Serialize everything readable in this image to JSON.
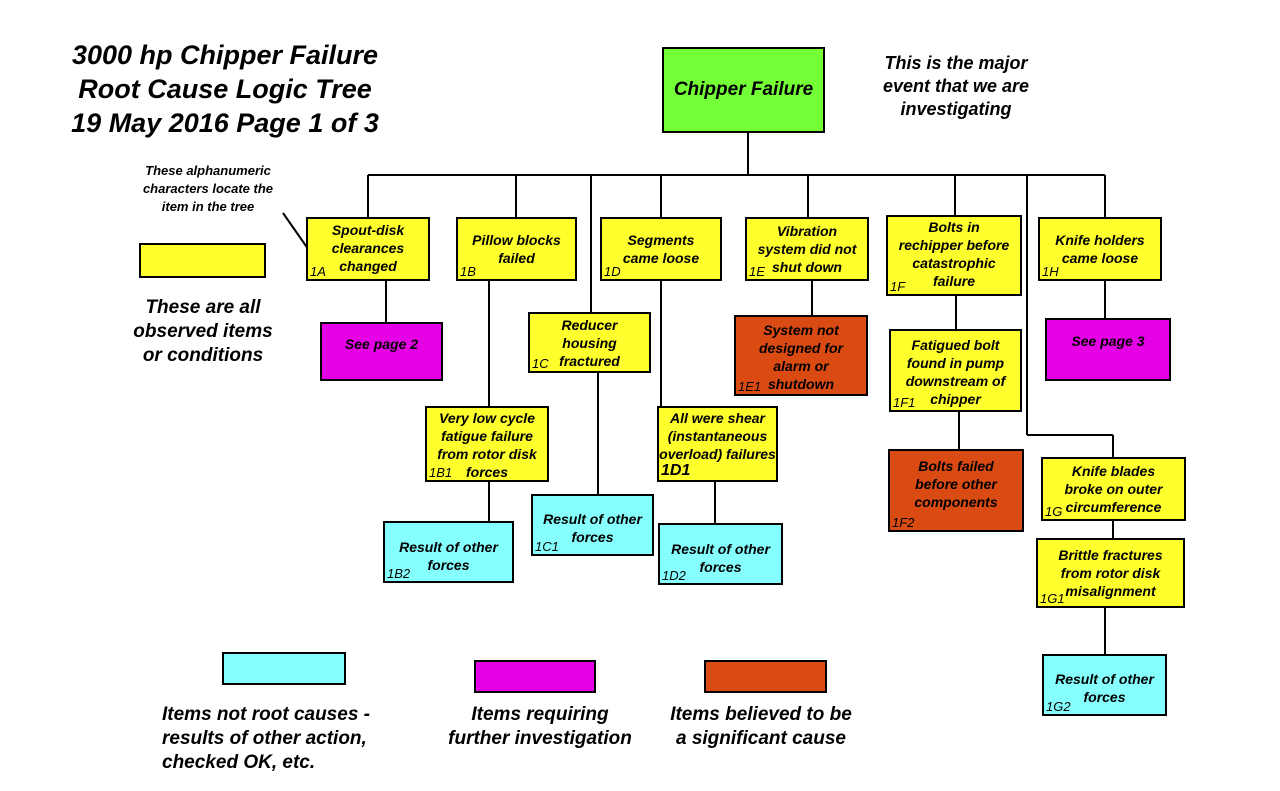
{
  "title": {
    "line1": "3000 hp Chipper Failure",
    "line2": "Root Cause Logic Tree",
    "line3": "19 May 2016   Page 1 of 3"
  },
  "top_note": [
    "This is the major",
    "event that we are",
    "investigating"
  ],
  "code_note": [
    "These alphanumeric",
    "characters locate the",
    "item in the tree"
  ],
  "observed_note": [
    "These are all",
    "observed items",
    "or conditions"
  ],
  "legend": {
    "cyan_label": [
      "Items not root causes -",
      "results of other action,",
      "checked OK, etc."
    ],
    "magenta_label": [
      "Items requiring",
      "further investigation"
    ],
    "orange_label": [
      "Items believed to be",
      "a significant cause"
    ]
  },
  "colors": {
    "yellow": "#ffff2e",
    "cyan": "#86ffff",
    "magenta": "#e600e6",
    "orange": "#d94b12",
    "green": "#74ff36"
  },
  "nodes": {
    "root": {
      "text": [
        "Chipper Failure"
      ],
      "code": ""
    },
    "n1A": {
      "text": [
        "Spout-disk",
        "clearances",
        "changed"
      ],
      "code": "1A"
    },
    "n1B": {
      "text": [
        "Pillow blocks",
        "failed"
      ],
      "code": "1B"
    },
    "n1D": {
      "text": [
        "Segments",
        "came loose"
      ],
      "code": "1D"
    },
    "n1E": {
      "text": [
        "Vibration",
        "system did not",
        "shut down"
      ],
      "code": "1E"
    },
    "n1F": {
      "text": [
        "Bolts in",
        "rechipper before",
        "catastrophic",
        "failure"
      ],
      "code": "1F"
    },
    "n1H": {
      "text": [
        "Knife holders",
        "came loose"
      ],
      "code": "1H"
    },
    "p2": {
      "text": [
        "See page 2"
      ],
      "code": ""
    },
    "n1C": {
      "text": [
        "Reducer",
        "housing",
        "fractured"
      ],
      "code": "1C"
    },
    "n1E1": {
      "text": [
        "System not",
        "designed for",
        "alarm or",
        "shutdown"
      ],
      "code": "1E1"
    },
    "n1F1": {
      "text": [
        "Fatigued bolt",
        "found in pump",
        "downstream of",
        "chipper"
      ],
      "code": "1F1"
    },
    "p3": {
      "text": [
        "See page 3"
      ],
      "code": ""
    },
    "n1B1": {
      "text": [
        "Very low cycle",
        "fatigue failure",
        "from rotor disk",
        "forces"
      ],
      "code": "1B1"
    },
    "n1D1": {
      "text": [
        "All were shear",
        "(instantaneous",
        "overload) failures"
      ],
      "code": "1D1"
    },
    "n1F2": {
      "text": [
        "Bolts failed",
        "before other",
        "components"
      ],
      "code": "1F2"
    },
    "n1G": {
      "text": [
        "Knife blades",
        "broke on outer",
        "circumference"
      ],
      "code": "1G"
    },
    "n1C1": {
      "text": [
        "Result of other",
        "forces"
      ],
      "code": "1C1"
    },
    "n1B2": {
      "text": [
        "Result of other",
        "forces"
      ],
      "code": "1B2"
    },
    "n1D2": {
      "text": [
        "Result of other",
        "forces"
      ],
      "code": "1D2"
    },
    "n1G1": {
      "text": [
        "Brittle fractures",
        "from rotor disk",
        "misalignment"
      ],
      "code": "1G1"
    },
    "n1G2": {
      "text": [
        "Result of other",
        "forces"
      ],
      "code": "1G2"
    }
  }
}
